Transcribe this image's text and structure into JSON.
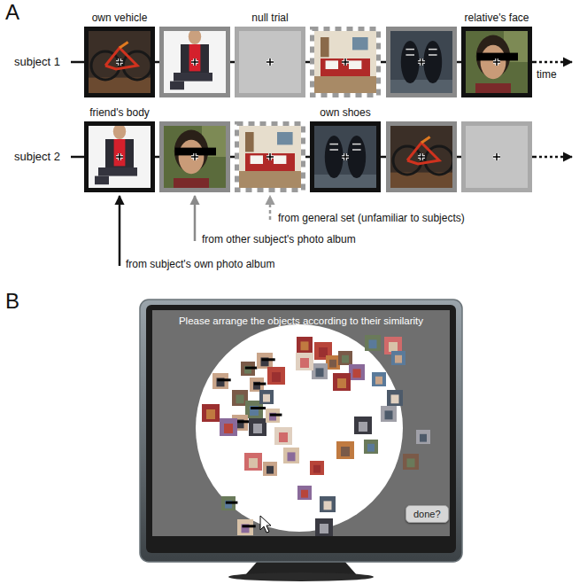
{
  "diagram": {
    "nodes": [
      {
        "text": [
          "own vehicle"
        ]
      },
      {
        "text": [
          "null trial"
        ]
      },
      {
        "text": [
          "relative's face"
        ]
      },
      {
        "text": [
          "friend's body"
        ]
      },
      {
        "text": [
          "own shoes"
        ]
      },
      {
        "text": [
          "Please arrange the objects according to their similarity"
        ]
      },
      {
        "text": [
          "done?"
        ],
        "in": 5
      }
    ],
    "labels": [
      "A",
      "subject 1",
      "time",
      "subject 2",
      "from general set (unfamiliar to subjects)",
      "from other subject's photo album",
      "from subject's own photo album",
      "B"
    ]
  }
}
